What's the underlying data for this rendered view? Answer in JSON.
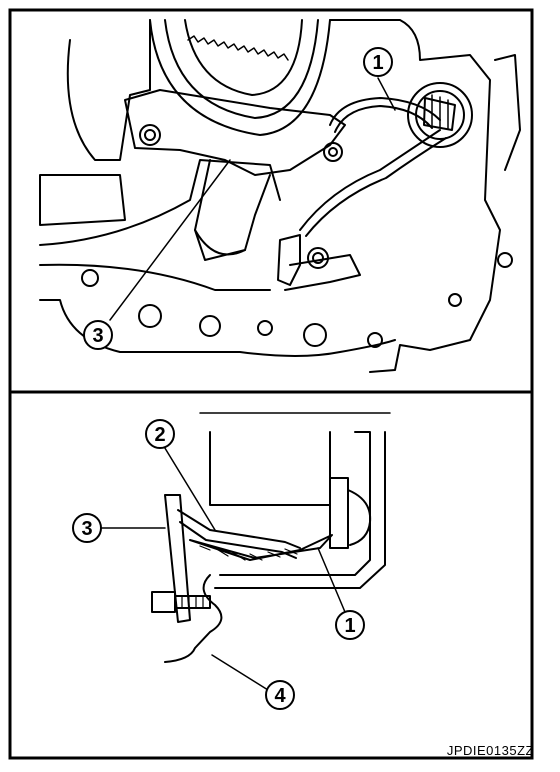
{
  "callouts": {
    "top_1": "1",
    "top_3": "3",
    "bottom_2": "2",
    "bottom_3": "3",
    "bottom_1": "1",
    "bottom_4": "4"
  },
  "figure_code": "JPDIE0135ZZ",
  "colors": {
    "ink": "#000000",
    "paper": "#ffffff"
  }
}
